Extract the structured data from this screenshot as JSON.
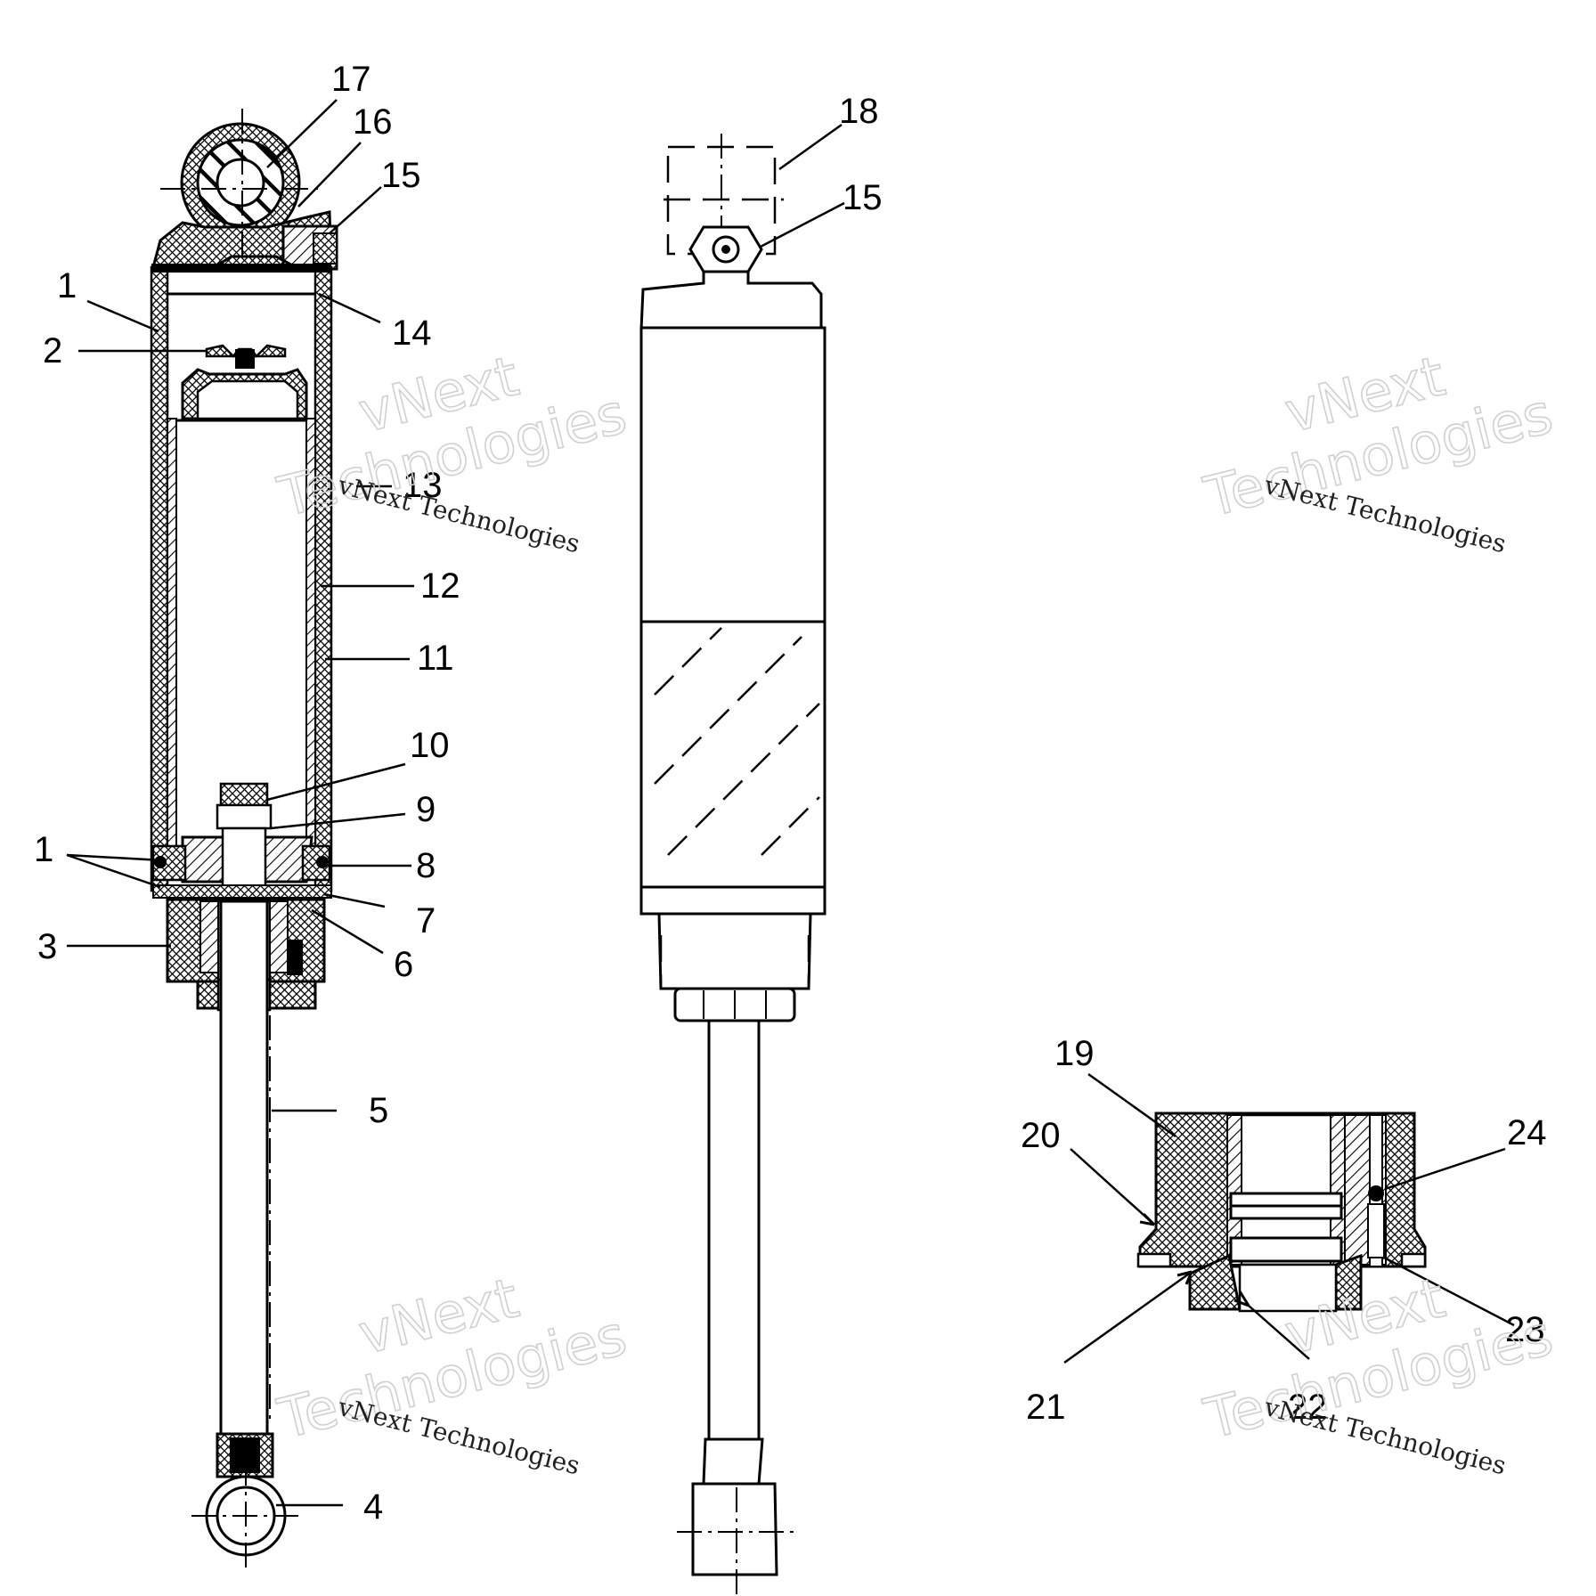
{
  "callouts": {
    "c1a": "1",
    "c1b": "1",
    "c2": "2",
    "c3": "3",
    "c4": "4",
    "c5": "5",
    "c6": "6",
    "c7": "7",
    "c8": "8",
    "c9": "9",
    "c10": "10",
    "c11": "11",
    "c12": "12",
    "c13": "13",
    "c14": "14",
    "c15a": "15",
    "c15b": "15",
    "c16": "16",
    "c17": "17",
    "c18": "18",
    "c19": "19",
    "c20": "20",
    "c21": "21",
    "c22": "22",
    "c23": "23",
    "c24": "24"
  },
  "watermark": {
    "big_line1": "vNext",
    "big_line2": "Technologies",
    "small": "vNext Technologies"
  }
}
